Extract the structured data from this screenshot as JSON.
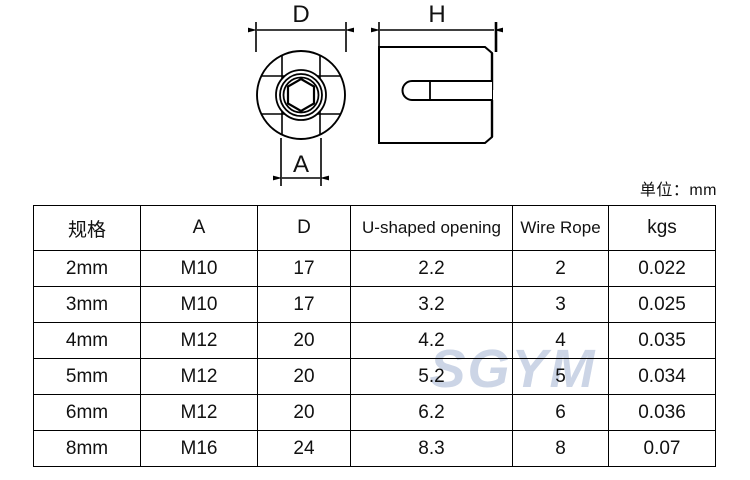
{
  "drawing": {
    "front_view": {
      "name": "front-view",
      "dimension_top_label": "D",
      "dimension_bottom_label": "A",
      "features": [
        "circular-body",
        "hex-socket",
        "cross-ribs"
      ]
    },
    "side_view": {
      "name": "side-view",
      "dimension_top_label": "H",
      "features": [
        "rectangular-body",
        "u-shaped-slot"
      ]
    }
  },
  "unit_note": "单位：mm",
  "watermark": "SGYM",
  "table": {
    "headers": [
      "规格",
      "A",
      "D",
      "U-shaped opening",
      "Wire Rope",
      "kgs"
    ],
    "rows": [
      {
        "spec": "2mm",
        "a": "M10",
        "d": "17",
        "u_opening": "2.2",
        "wire_rope": "2",
        "kgs": "0.022"
      },
      {
        "spec": "3mm",
        "a": "M10",
        "d": "17",
        "u_opening": "3.2",
        "wire_rope": "3",
        "kgs": "0.025"
      },
      {
        "spec": "4mm",
        "a": "M12",
        "d": "20",
        "u_opening": "4.2",
        "wire_rope": "4",
        "kgs": "0.035"
      },
      {
        "spec": "5mm",
        "a": "M12",
        "d": "20",
        "u_opening": "5.2",
        "wire_rope": "5",
        "kgs": "0.034"
      },
      {
        "spec": "6mm",
        "a": "M12",
        "d": "20",
        "u_opening": "6.2",
        "wire_rope": "6",
        "kgs": "0.036"
      },
      {
        "spec": "8mm",
        "a": "M16",
        "d": "24",
        "u_opening": "8.3",
        "wire_rope": "8",
        "kgs": "0.07"
      }
    ]
  },
  "colors": {
    "line": "#000000",
    "text": "#111111",
    "watermark": "#ccd5e6",
    "background": "#ffffff"
  }
}
